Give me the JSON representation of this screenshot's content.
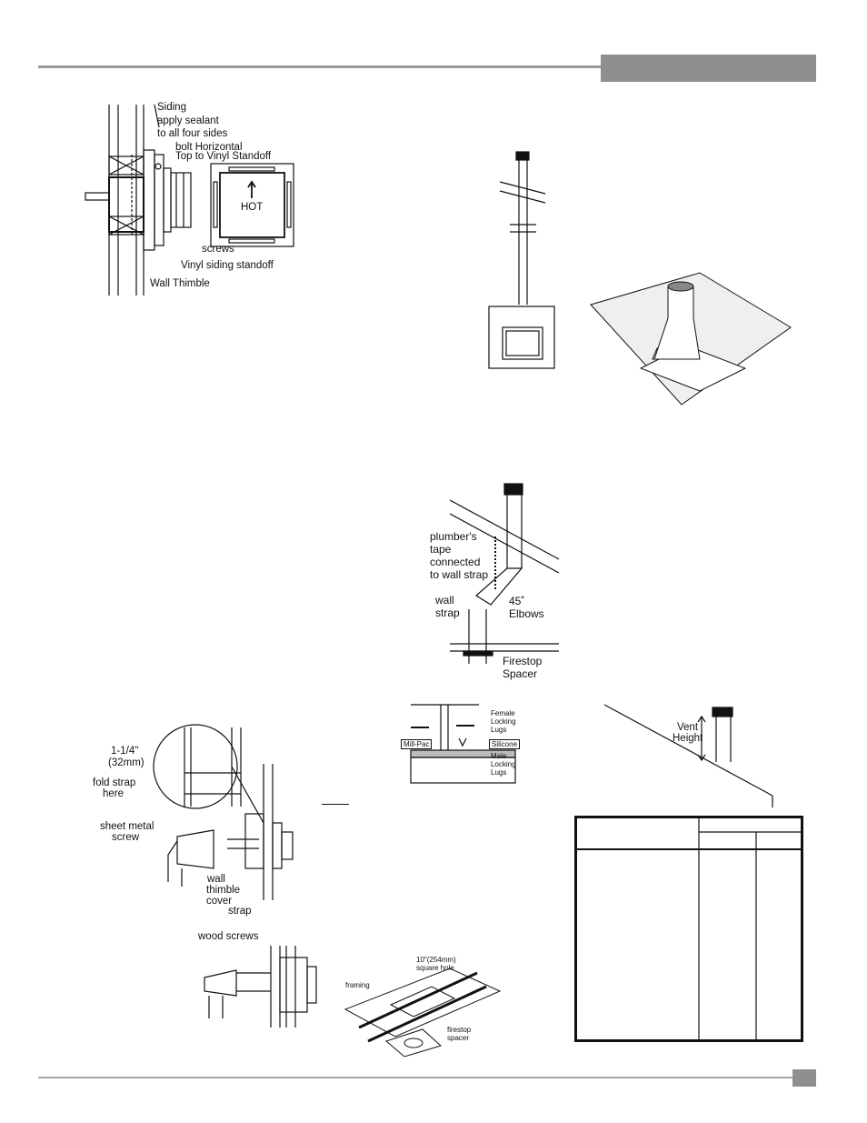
{
  "labels": {
    "siding": "Siding",
    "sealant_1": "apply sealant",
    "sealant_2": "to all four sides",
    "bolt_1": "bolt Horizontal",
    "bolt_2": "Top to Vinyl Standoff",
    "hot": "HOT",
    "screws": "screws",
    "vinyl_standoff": "Vinyl siding standoff",
    "wall_thimble": "Wall Thimble",
    "plumbers_1": "plumber's",
    "plumbers_2": "tape",
    "plumbers_3": "connected",
    "plumbers_4": "to wall strap",
    "wall_strap_1": "wall",
    "wall_strap_2": "strap",
    "elbows_1": "45˚",
    "elbows_2": "Elbows",
    "firestop_1": "Firestop",
    "firestop_2": "Spacer",
    "female_1": "Female",
    "female_2": "Locking",
    "female_3": "Lugs",
    "millpac": "Mill-Pac",
    "silicone": "Silicone",
    "male_1": "Male",
    "male_2": "Locking",
    "male_3": "Lugs",
    "vent_height_1": "Vent",
    "vent_height_2": "Height",
    "dim_1": "1-1/4\"",
    "dim_2": "(32mm)",
    "fold_1": "fold strap",
    "fold_2": "here",
    "sheet_1": "sheet metal",
    "sheet_2": "screw",
    "thimble_cover_1": "wall",
    "thimble_cover_2": "thimble",
    "thimble_cover_3": "cover",
    "strap": "strap",
    "wood_screws": "wood screws",
    "square_1": "10\"(254mm)",
    "square_2": "square hole",
    "framing": "framing",
    "firestop_sp_1": "firestop",
    "firestop_sp_2": "spacer"
  },
  "colors": {
    "header_gray": "#8f8f8f",
    "rule_gray": "#9a9a9a"
  }
}
